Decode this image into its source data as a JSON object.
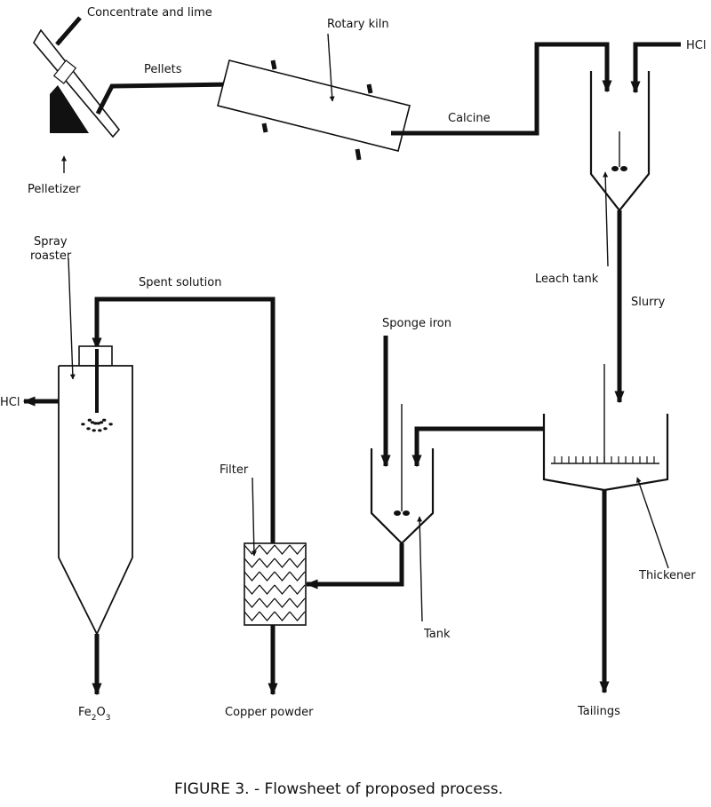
{
  "labels": {
    "concentrate_and_lime": "Concentrate and lime",
    "pelletizer": "Pelletizer",
    "pellets": "Pellets",
    "rotary_kiln": "Rotary kiln",
    "calcine": "Calcine",
    "hcl_in": "HCl",
    "leach_tank": "Leach tank",
    "slurry": "Slurry",
    "spray": "Spray",
    "roaster": "roaster",
    "spent_solution": "Spent solution",
    "hcl_out": "HCl",
    "sponge_iron": "Sponge iron",
    "filter": "Filter",
    "tank": "Tank",
    "thickener": "Thickener",
    "fe": "Fe",
    "fe_sub": "2",
    "o": "O",
    "o_sub": "3",
    "copper_powder": "Copper powder",
    "tailings": "Tailings"
  },
  "caption": "FIGURE 3. - Flowsheet of proposed process."
}
